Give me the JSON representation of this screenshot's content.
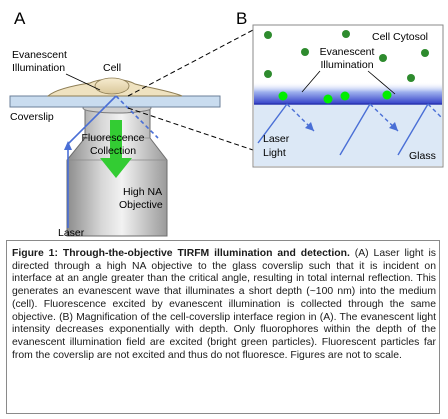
{
  "panel_a": {
    "letter": "A",
    "evanescent_line1": "Evanescent",
    "evanescent_line2": "Illumination",
    "cell": "Cell",
    "coverslip": "Coverslip",
    "fluorescence_line1": "Fluorescence",
    "fluorescence_line2": "Collection",
    "objective_line1": "High NA",
    "objective_line2": "Objective",
    "laser": "Laser"
  },
  "panel_b": {
    "letter": "B",
    "cell_cytosol": "Cell Cytosol",
    "evanescent_line1": "Evanescent",
    "evanescent_line2": "Illumination",
    "laser_line1": "Laser",
    "laser_line2": "Light",
    "glass": "Glass"
  },
  "colors": {
    "laser_blue": "#4a6fd6",
    "arrow_green": "#33cc33",
    "particle_dim": "#2e8b2e",
    "particle_bright": "#00ee00",
    "coverslip_fill": "#c9dcef",
    "glass_fill": "#dce8f6"
  },
  "caption": {
    "title": "Figure 1: Through-the-objective TIRFM illumination and detection.",
    "body": " (A) Laser light is directed through a high NA objective to the glass coverslip such that it is incident on interface at an angle greater than the critical angle, resulting in total internal reflection. This generates an evanescent wave that illuminates a short depth (~100 nm) into the medium (cell). Fluorescence excited by evanescent illumination is collected through the same objective. (B) Magnification of the cell-coverslip interface region in (A). The evanescent light intensity decreases exponentially with depth. Only fluorophores within the depth of the evanescent illumination field are excited (bright green particles). Fluorescent particles far from the coverslip are not excited and thus do not fluoresce. Figures are not to scale."
  }
}
